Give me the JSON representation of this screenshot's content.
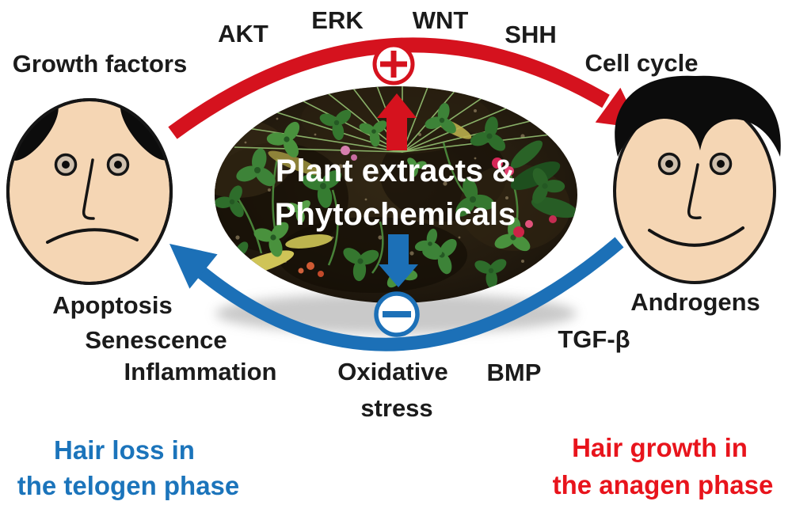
{
  "title": "Plant extracts and phytochemicals effect on hair cycle diagram",
  "colors": {
    "red_arrow": "#D5121E",
    "red_text": "#E8141C",
    "blue_arrow": "#1C70B7",
    "blue_text": "#1B74BB",
    "skin": "#F5D6B4",
    "outline": "#161616",
    "iris": "#CFC0AE",
    "shadow": "#C4C4C4",
    "white_text": "#FFFFFF"
  },
  "center_oval": {
    "line1": "Plant extracts &",
    "line2": "Phytochemicals"
  },
  "icons": {
    "positive": "plus-circle-icon",
    "negative": "minus-circle-icon",
    "stimulate": "up-arrow-icon",
    "inhibit": "down-arrow-icon"
  },
  "pathway_labels": {
    "akt": "AKT",
    "erk": "ERK",
    "wnt": "WNT",
    "shh": "SHH"
  },
  "upper_labels": {
    "growth_factors": "Growth factors",
    "cell_cycle": "Cell cycle"
  },
  "lower_labels": {
    "apoptosis": "Apoptosis",
    "senescence": "Senescence",
    "inflammation": "Inflammation",
    "oxidative_line1": "Oxidative",
    "oxidative_line2": "stress",
    "bmp": "BMP",
    "tgf_beta": "TGF-β",
    "androgens": "Androgens"
  },
  "captions": {
    "hair_loss_line1": "Hair loss in",
    "hair_loss_line2": "the telogen phase",
    "hair_growth_line1": "Hair growth in",
    "hair_growth_line2": "the anagen phase"
  }
}
